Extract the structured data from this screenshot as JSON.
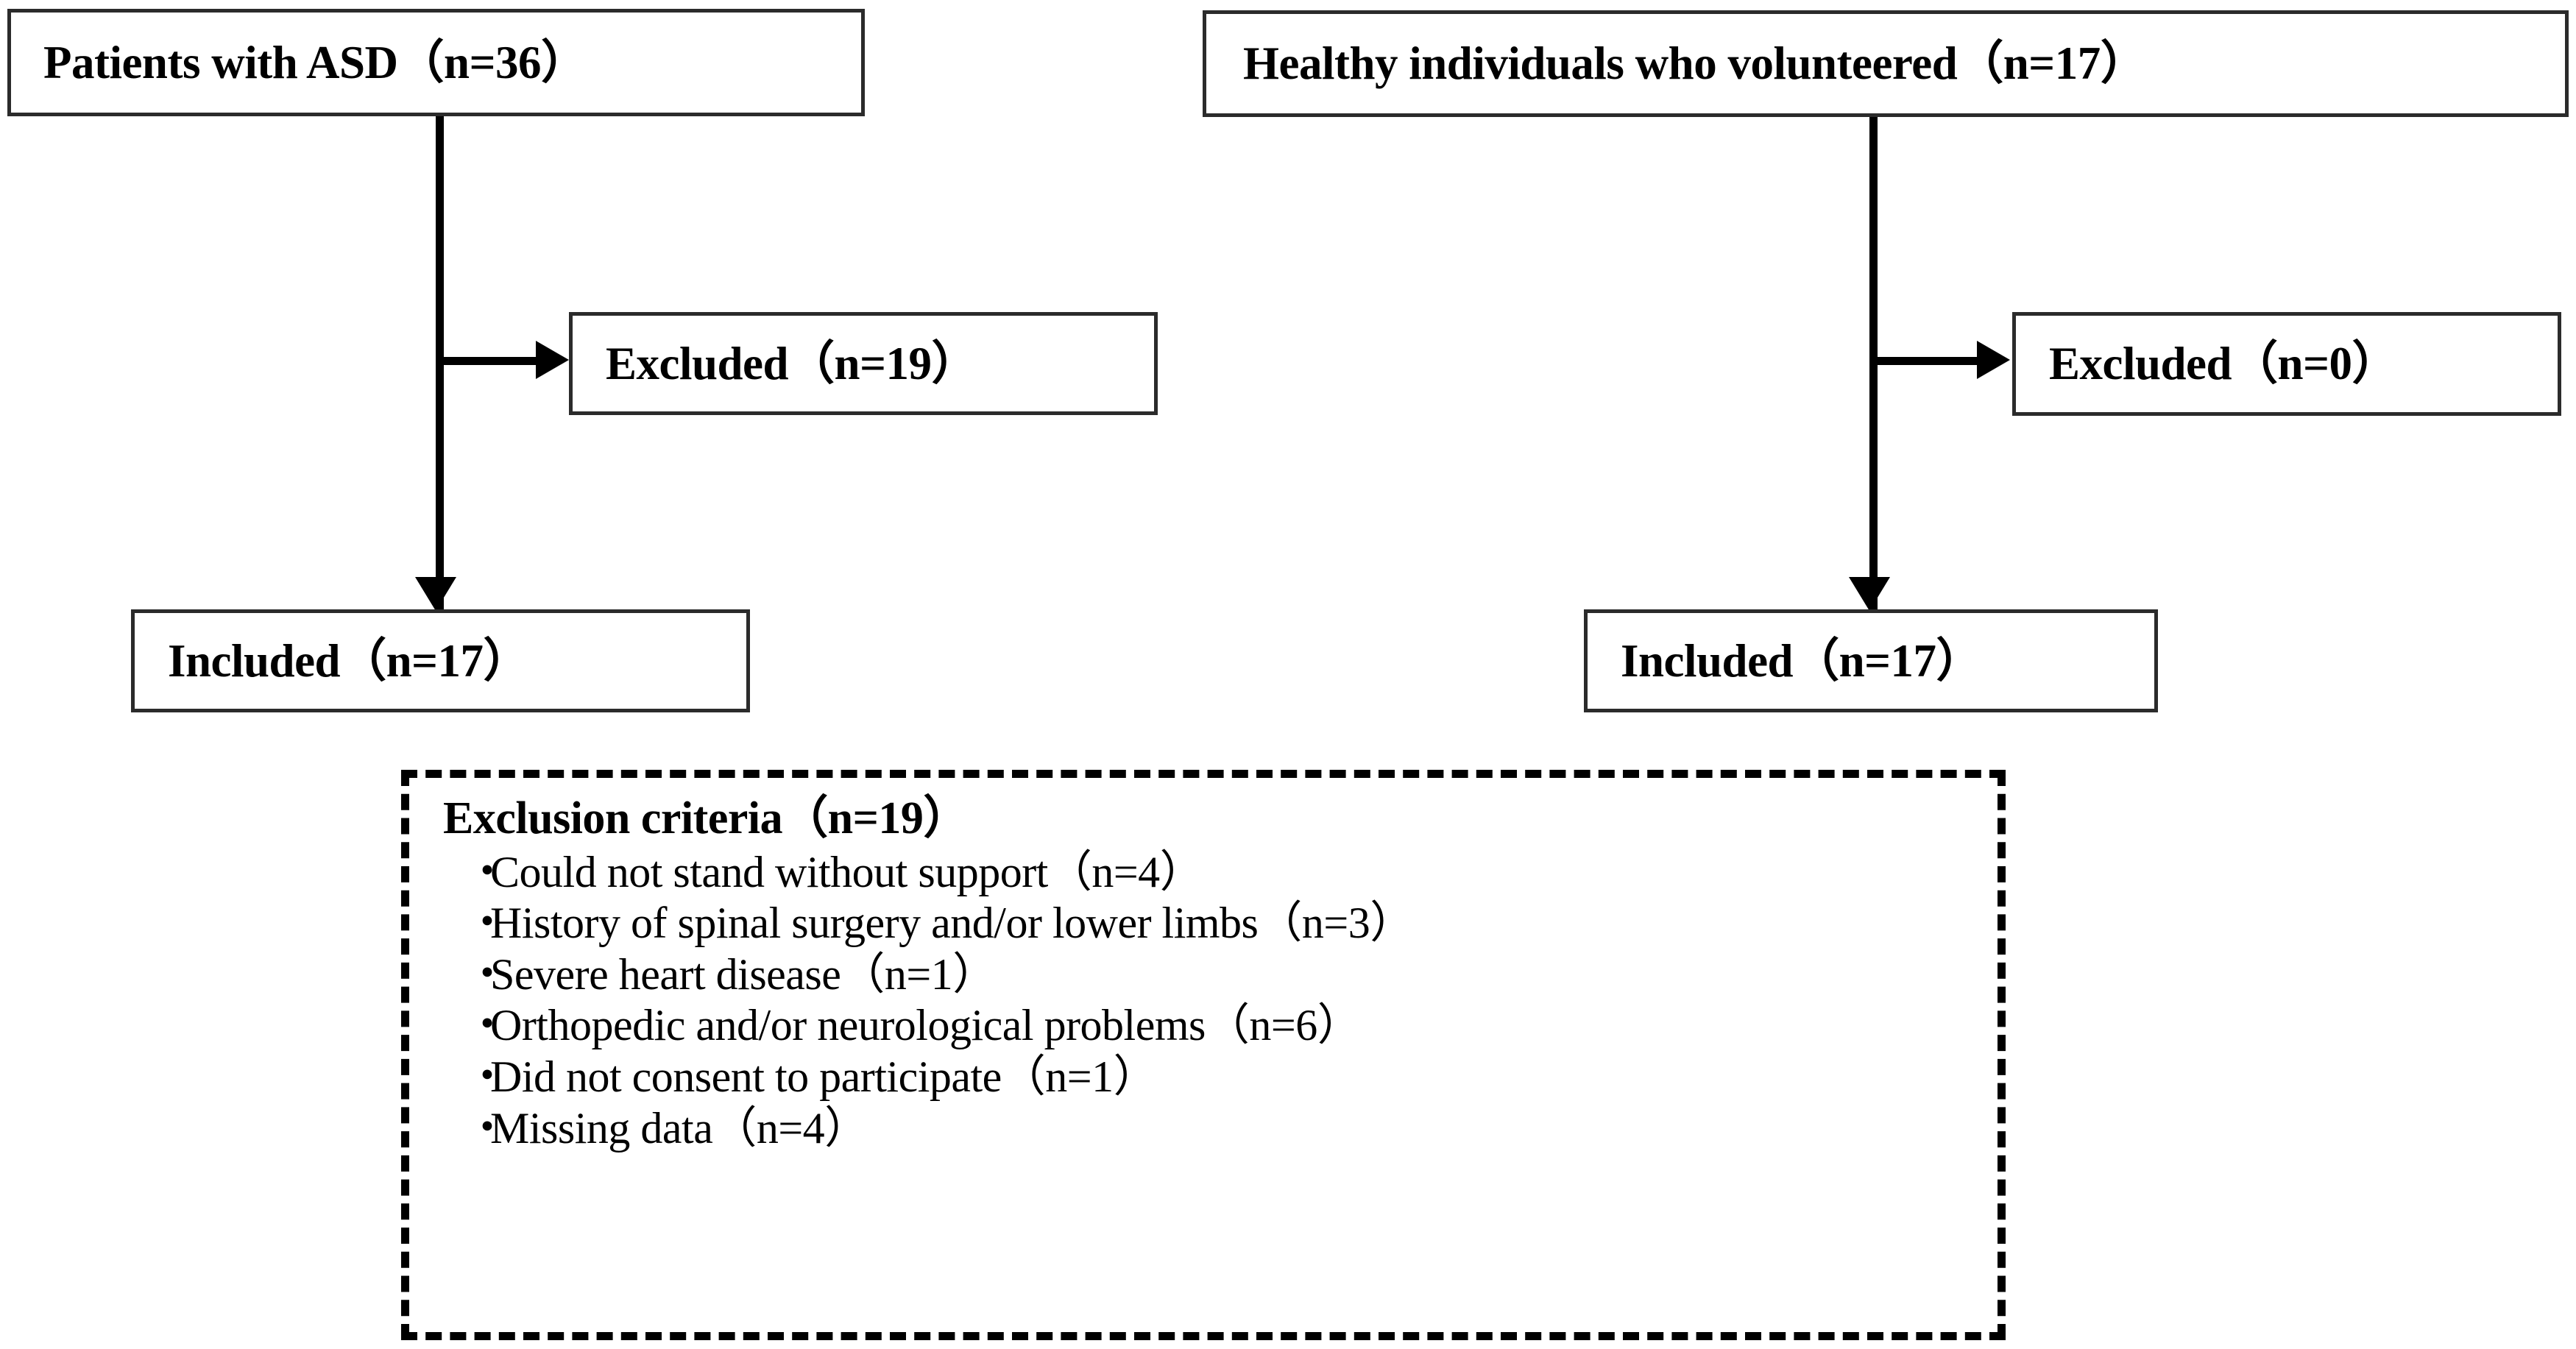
{
  "figure": {
    "type": "participant-flow-diagram",
    "nodes": {
      "asd_group": "Patients with ASD（n=36）",
      "healthy_group": "Healthy individuals who volunteered（n=17）",
      "excluded_asd": "Excluded（n=19）",
      "excluded_healthy": "Excluded（n=0）",
      "included_asd": "Included（n=17）",
      "included_healthy": "Included（n=17）"
    },
    "criteria_panel": {
      "title": "Exclusion criteria（n=19）",
      "bullet_glyph": "・",
      "items": [
        "Could not stand without support（n=4）",
        "History of spinal surgery and/or lower limbs（n=3）",
        "Severe heart disease（n=1）",
        "Orthopedic and/or neurological problems（n=6）",
        "Did not consent to participate（n=1）",
        "Missing data（n=4）"
      ]
    },
    "colors": {
      "box_border": "#2b2b2b",
      "connector": "#000000",
      "background": "#ffffff",
      "text": "#000000"
    }
  }
}
